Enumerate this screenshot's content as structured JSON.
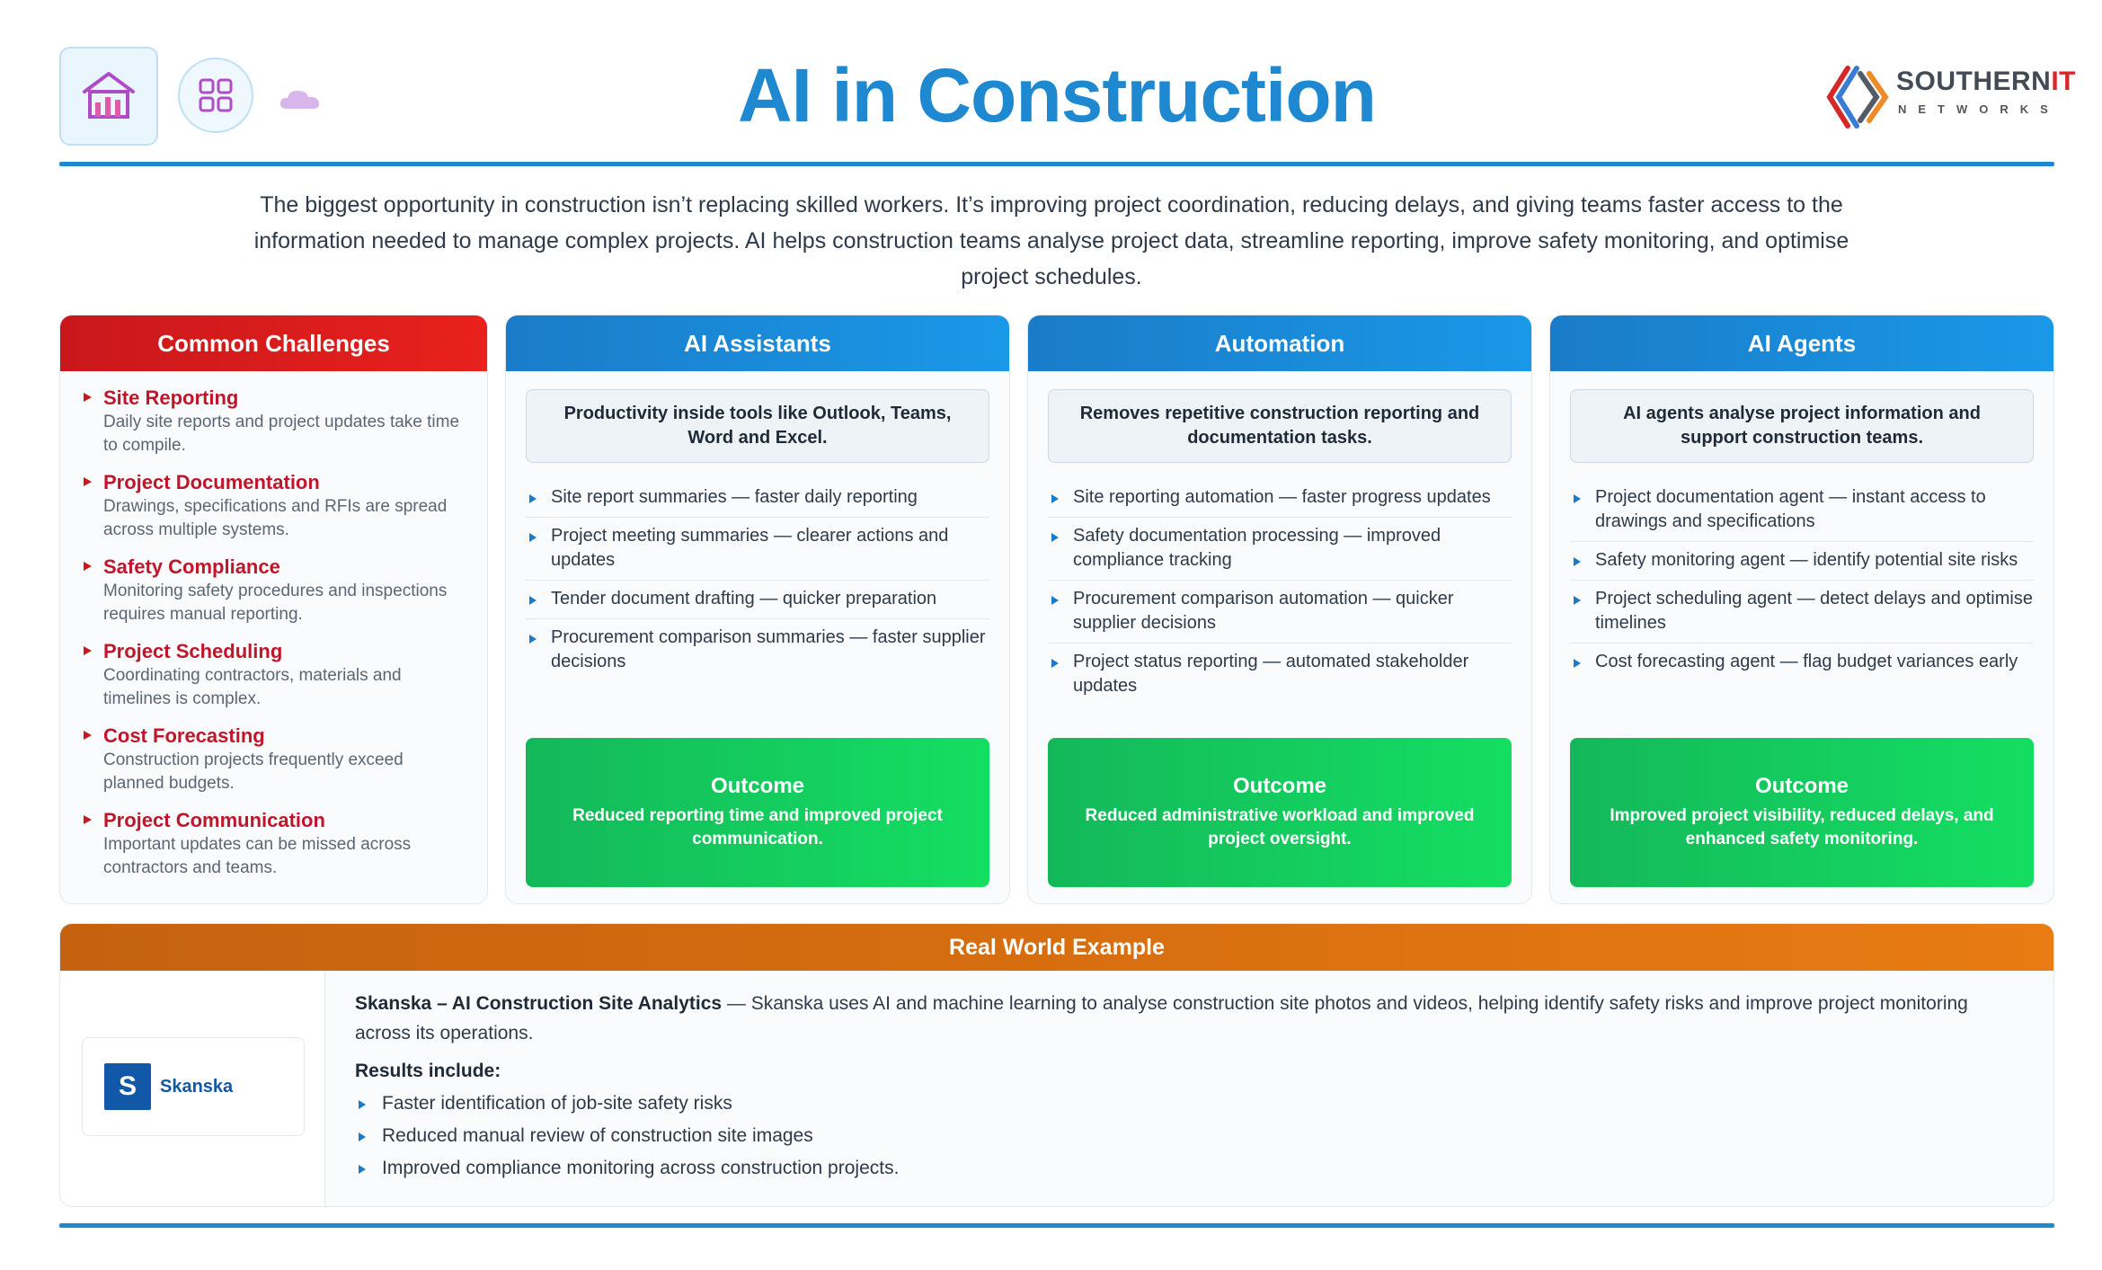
{
  "header": {
    "title": "AI in Construction",
    "logo_word": "SOUTHERN",
    "logo_word_accent": "IT",
    "logo_sub": "NETWORKS",
    "icons": [
      "house-icon",
      "grid-icon",
      "cloud-icon"
    ]
  },
  "intro": "The biggest opportunity in construction isn’t replacing skilled workers. It’s improving project coordination, reducing delays, and giving teams faster access to the information needed to manage complex projects. AI helps construction teams analyse project data, streamline reporting, improve safety monitoring, and optimise project schedules.",
  "challenges": {
    "title": "Common Challenges",
    "items": [
      {
        "title": "Site Reporting",
        "desc": "Daily site reports and project updates take time to compile."
      },
      {
        "title": "Project Documentation",
        "desc": "Drawings, specifications and RFIs are spread across multiple systems."
      },
      {
        "title": "Safety Compliance",
        "desc": "Monitoring safety procedures and inspections requires manual reporting."
      },
      {
        "title": "Project Scheduling",
        "desc": "Coordinating contractors, materials and timelines is complex."
      },
      {
        "title": "Cost Forecasting",
        "desc": "Construction projects frequently exceed planned budgets."
      },
      {
        "title": "Project Communication",
        "desc": "Important updates can be missed across contractors and teams."
      }
    ]
  },
  "assistants": {
    "title": "AI Assistants",
    "summary": "Productivity inside tools like Outlook, Teams, Word and Excel.",
    "items": [
      "Site report summaries — faster daily reporting",
      "Project meeting summaries — clearer actions and updates",
      "Tender document drafting — quicker preparation",
      "Procurement comparison summaries — faster supplier decisions"
    ],
    "outcome_title": "Outcome",
    "outcome_text": "Reduced reporting time and improved project communication."
  },
  "automation": {
    "title": "Automation",
    "summary": "Removes repetitive construction reporting and documentation tasks.",
    "items": [
      "Site reporting automation — faster progress updates",
      "Safety documentation processing — improved compliance tracking",
      "Procurement comparison automation — quicker supplier decisions",
      "Project status reporting — automated stakeholder updates"
    ],
    "outcome_title": "Outcome",
    "outcome_text": "Reduced administrative workload and improved project oversight."
  },
  "agents": {
    "title": "AI Agents",
    "summary": "AI agents analyse project information and support construction teams.",
    "items": [
      "Project documentation agent — instant access to drawings and specifications",
      "Safety monitoring agent — identify potential site risks",
      "Project scheduling agent — detect delays and optimise timelines",
      "Cost forecasting agent — flag budget variances early"
    ],
    "outcome_title": "Outcome",
    "outcome_text": "Improved project visibility, reduced delays, and enhanced safety monitoring."
  },
  "example": {
    "title": "Real World Example",
    "company_initial": "S",
    "company_name": "Skanska",
    "desc_lead": "Skanska – AI Construction Site Analytics",
    "desc_body": " — Skanska uses AI and machine learning to analyse construction site photos and videos, helping identify safety risks and improve project monitoring across its operations.",
    "results_label": "Results include:",
    "results": [
      "Faster identification of job-site safety risks",
      "Reduced manual review of construction site images",
      "Improved compliance monitoring across construction projects."
    ]
  },
  "colors": {
    "title_blue": "#1e88d0",
    "challenge_red": "#c9171c",
    "panel_blue": "#1a7cc8",
    "outcome_green": "#14c85e",
    "example_orange": "#e07512",
    "skanska_blue": "#1258a8"
  }
}
